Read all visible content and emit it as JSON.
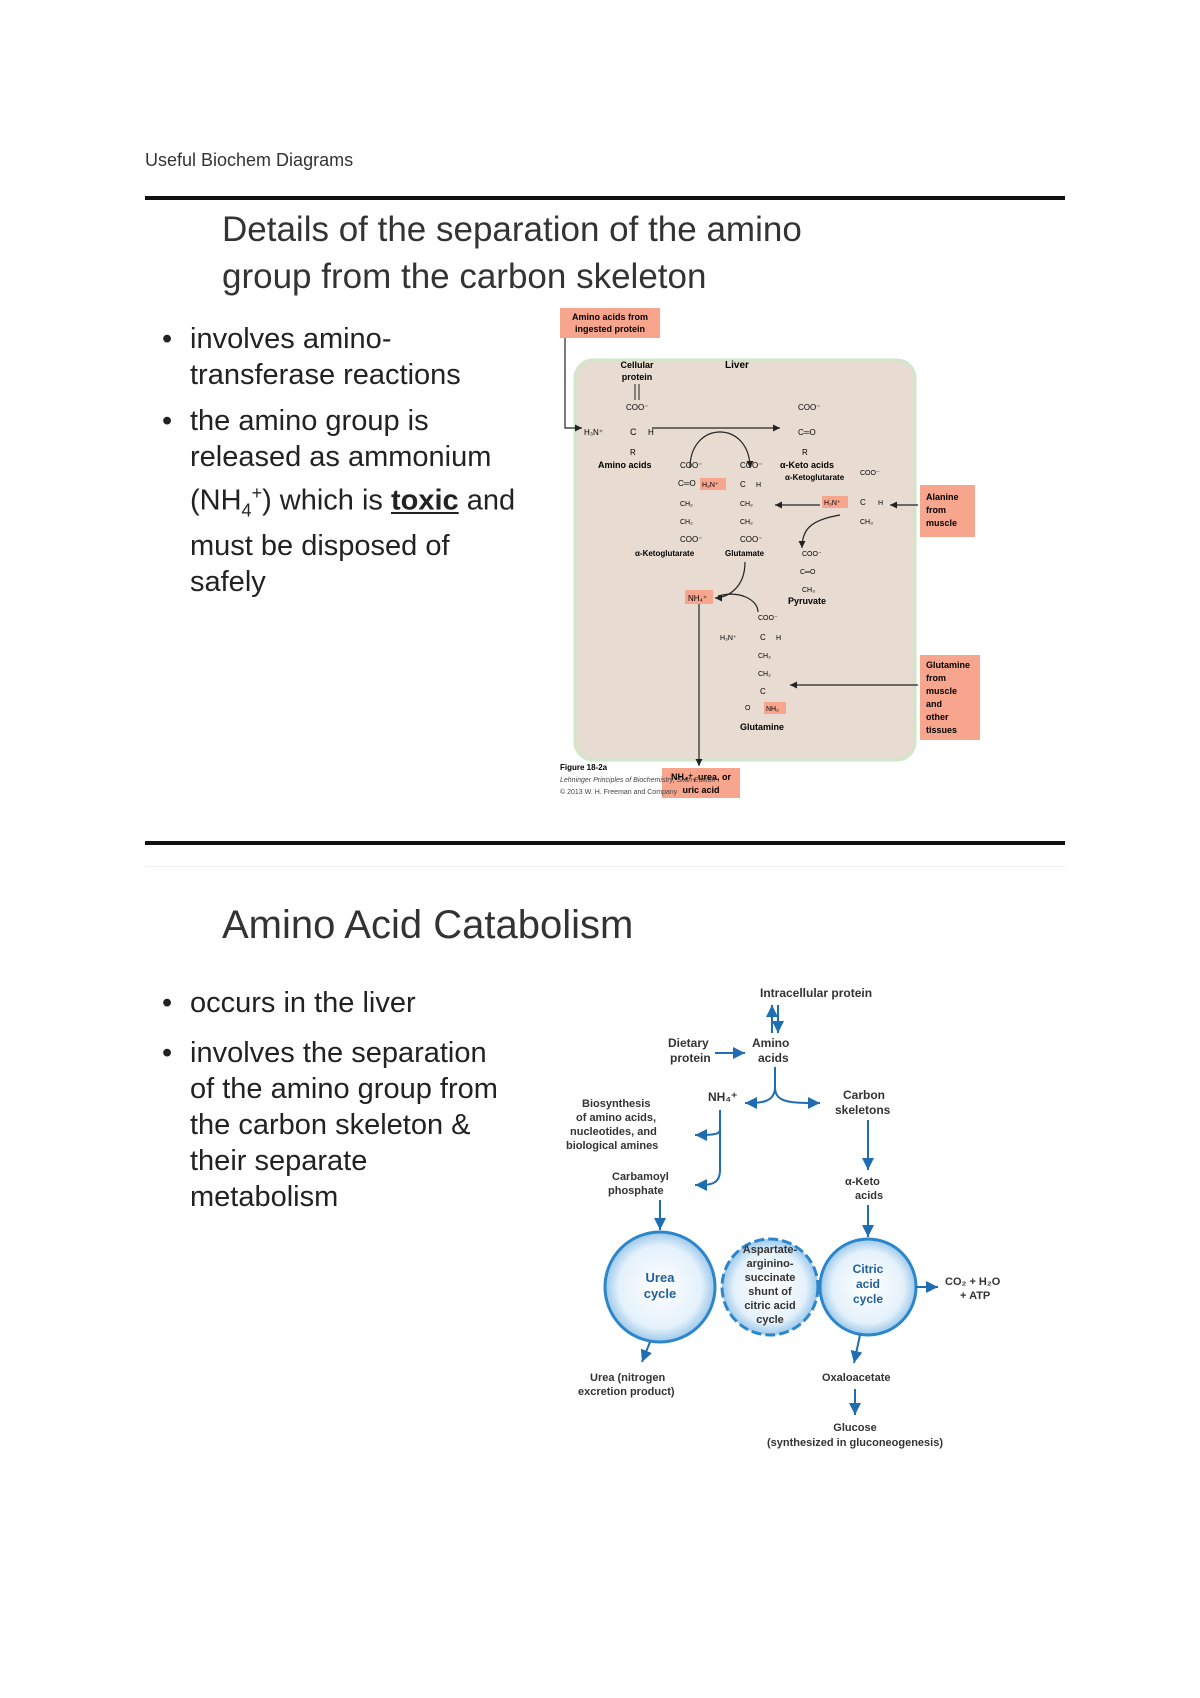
{
  "header": {
    "title": "Useful Biochem Diagrams"
  },
  "slide1": {
    "title_line1": "Details of the separation of the amino",
    "title_line2": "group from the carbon skeleton",
    "bullet1_line1": "involves amino-",
    "bullet1_line2": "transferase reactions",
    "bullet2_line1": "the amino group is",
    "bullet2_line2": "released as ammonium",
    "bullet2_nh": "(NH",
    "bullet2_sub": "4",
    "bullet2_sup": "+",
    "bullet2_after_ion": ") which is ",
    "bullet2_toxic": "toxic",
    "bullet2_after_toxic": " and",
    "bullet2_line4": "must be disposed of",
    "bullet2_line5": "safely",
    "figure": {
      "amino_ingested_l1": "Amino acids from",
      "amino_ingested_l2": "ingested protein",
      "cellular_protein_l1": "Cellular",
      "cellular_protein_l2": "protein",
      "liver": "Liver",
      "amino_acids": "Amino acids",
      "keto_acids": "α-Keto acids",
      "aketoglutarate": "α-Ketoglutarate",
      "aketoglutarate2": "α-Ketoglutarate",
      "glutamate": "Glutamate",
      "nh4": "NH₄⁺",
      "pyruvate": "Pyruvate",
      "glutamine": "Glutamine",
      "alanine_l1": "Alanine",
      "alanine_l2": "from",
      "alanine_l3": "muscle",
      "glutamine_box_l1": "Glutamine",
      "glutamine_box_l2": "from",
      "glutamine_box_l3": "muscle",
      "glutamine_box_l4": "and",
      "glutamine_box_l5": "other",
      "glutamine_box_l6": "tissues",
      "product_l1": "NH₄⁺, urea, or",
      "product_l2": "uric acid",
      "fig_label": "Figure 18-2a",
      "fig_source_l1": "Lehninger Principles of Biochemistry, Sixth Edition",
      "fig_source_l2": "© 2013 W. H. Freeman and Company",
      "coo": "COO⁻",
      "h3n": "H₃N⁺",
      "c": "C",
      "h": "H",
      "r": "R",
      "ch2": "CH₂",
      "ch3": "CH₃",
      "co": "C═O",
      "o": "O",
      "nh2": "NH₂"
    }
  },
  "slide2": {
    "title": "Amino Acid Catabolism",
    "bullet1": "occurs in the liver",
    "bullet2_line1": "involves the separation",
    "bullet2_line2": "of the amino group from",
    "bullet2_line3": "the carbon skeleton &",
    "bullet2_line4": "their separate",
    "bullet2_line5": "metabolism",
    "figure": {
      "intracellular_protein": "Intracellular protein",
      "dietary_l1": "Dietary",
      "dietary_l2": "protein",
      "amino_l1": "Amino",
      "amino_l2": "acids",
      "nh4": "NH₄⁺",
      "carbon_l1": "Carbon",
      "carbon_l2": "skeletons",
      "biosyn_l1": "Biosynthesis",
      "biosyn_l2": "of amino acids,",
      "biosyn_l3": "nucleotides, and",
      "biosyn_l4": "biological amines",
      "carbamoyl_l1": "Carbamoyl",
      "carbamoyl_l2": "phosphate",
      "aketo_l1": "α-Keto",
      "aketo_l2": "acids",
      "urea_cycle_l1": "Urea",
      "urea_cycle_l2": "cycle",
      "shunt_l1": "Aspartate-",
      "shunt_l2": "argininо-",
      "shunt_l3": "succinate",
      "shunt_l4": "shunt of",
      "shunt_l5": "citric acid",
      "shunt_l6": "cycle",
      "citric_l1": "Citric",
      "citric_l2": "acid",
      "citric_l3": "cycle",
      "co2_l1": "CO₂ + H₂O",
      "co2_l2": "+ ATP",
      "urea_l1": "Urea (nitrogen",
      "urea_l2": "excretion product)",
      "oxaloacetate": "Oxaloacetate",
      "glucose_l1": "Glucose",
      "glucose_l2": "(synthesized in gluconeogenesis)"
    }
  },
  "colors": {
    "rule": "#111111",
    "liver_bg": "#e8dcd2",
    "salmon": "#f7a58d",
    "flow_blue": "#1f6db3",
    "cycle_fill": "#cfe4f5"
  }
}
